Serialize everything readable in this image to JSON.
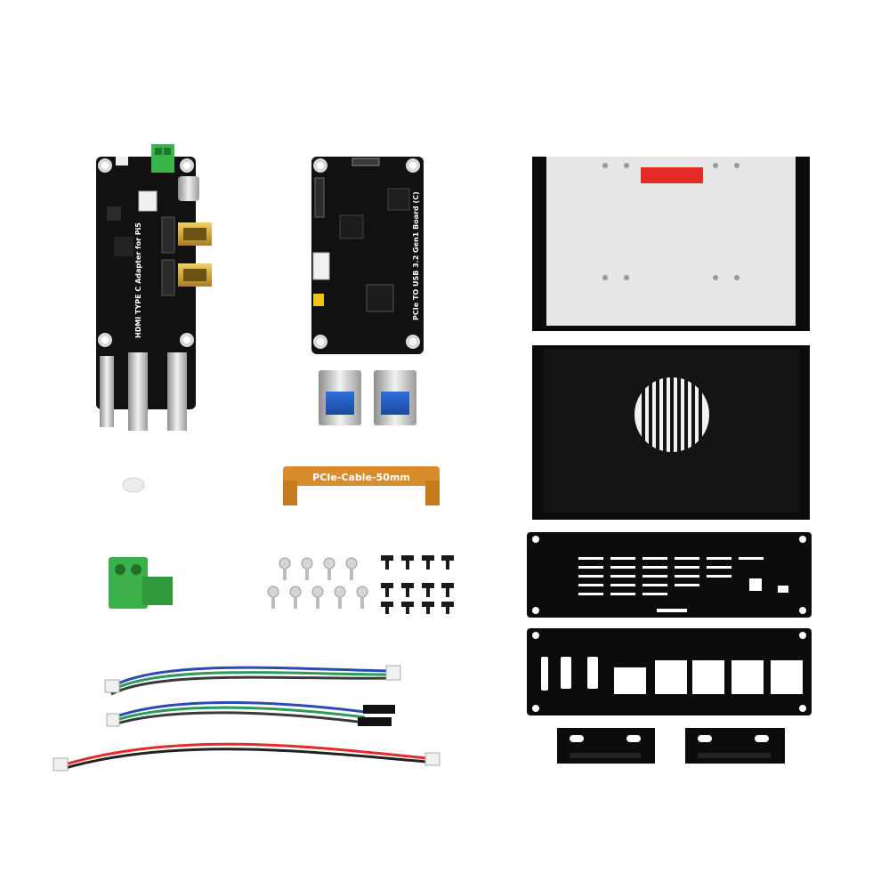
{
  "labels": {
    "hdmi_board": "HDMI TYPE C Adapter for Pi5",
    "usb_board": "PCIe TO USB 3.2 Gen1 Board (C)",
    "pcie_cable": "PCIe-Cable-50mm"
  },
  "colors": {
    "pcb": "#111111",
    "case_metal": "#0c0c0c",
    "case_inner": "#e6e6e6",
    "terminal": "#39b54a",
    "flex_cable": "#d98c2b",
    "hdmi_gold": "#c9a23a",
    "red_pad": "#e52a2a"
  },
  "icons": {
    "screw_silver": "screw-silver-icon",
    "screw_black": "screw-black-icon"
  }
}
